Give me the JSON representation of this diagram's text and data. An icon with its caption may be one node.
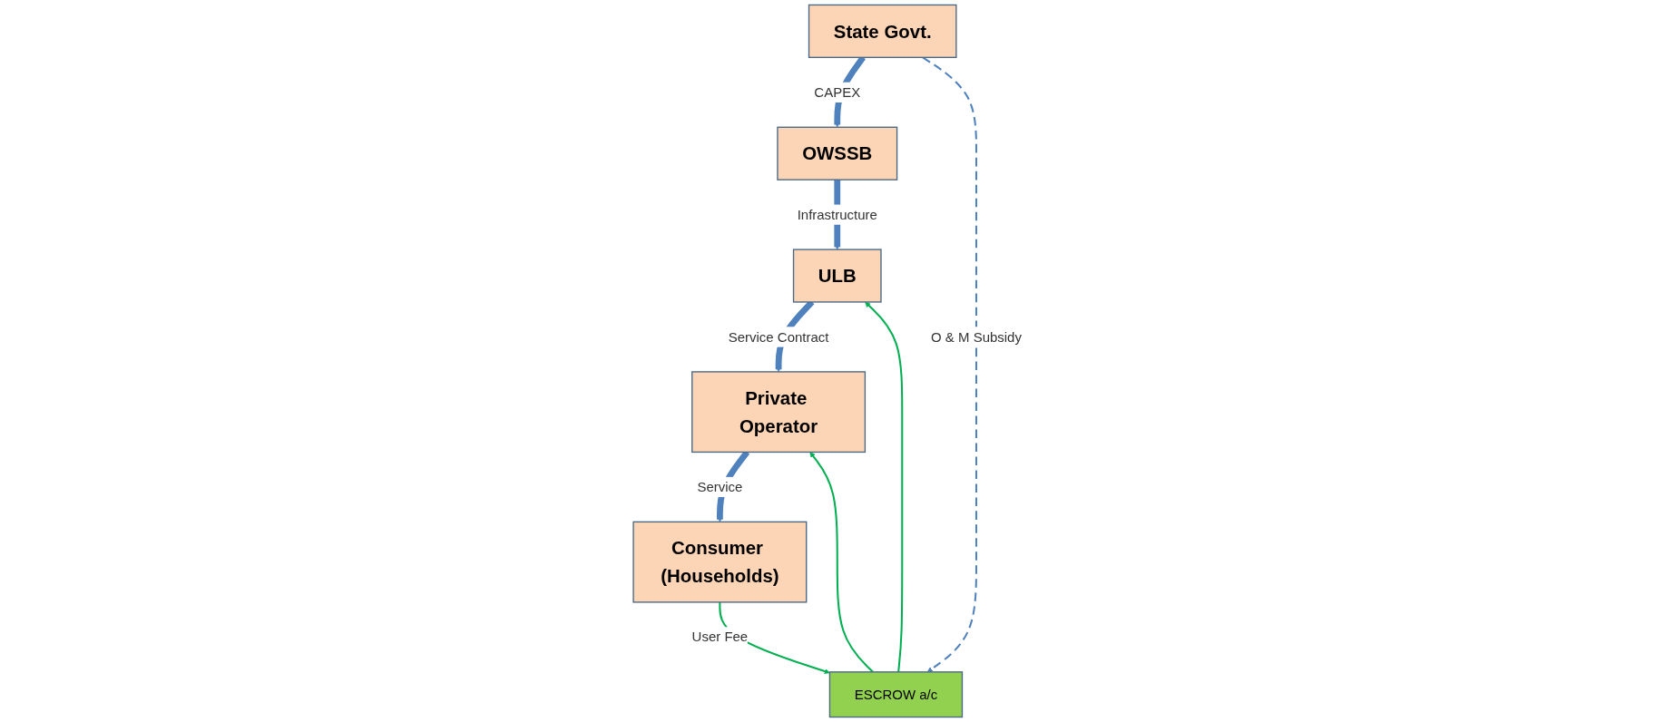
{
  "diagram": {
    "nodes": [
      {
        "text": [
          "State Govt."
        ]
      },
      {
        "text": [
          "OWSSB"
        ]
      },
      {
        "text": [
          "ULB"
        ]
      },
      {
        "text": [
          "ESCROW a/c"
        ]
      },
      {
        "text": [
          "Consumer (Households)"
        ]
      },
      {
        "text": [
          "Private Operator"
        ]
      }
    ],
    "edges": [
      {
        "from": 0,
        "to": 1,
        "arrow": "to",
        "label": "CAPEX",
        "style": "thick"
      },
      {
        "from": 0,
        "to": 3,
        "arrow": "to",
        "label": "O & M Subsidy",
        "style": "dashed"
      },
      {
        "from": 1,
        "to": 2,
        "arrow": "to",
        "label": "Infrastructure",
        "style": "thick"
      },
      {
        "from": 2,
        "to": 5,
        "arrow": "to",
        "label": "Service Contract",
        "style": "thick"
      },
      {
        "from": 3,
        "to": 2,
        "arrow": "to",
        "color": "#00b050"
      },
      {
        "from": 4,
        "to": 3,
        "arrow": "to",
        "label": "User Fee",
        "color": "#00b050"
      },
      {
        "from": 3,
        "to": 5,
        "arrow": "to",
        "color": "#00b050"
      },
      {
        "from": 5,
        "to": 4,
        "arrow": "to",
        "label": "Service",
        "style": "thick"
      }
    ]
  }
}
